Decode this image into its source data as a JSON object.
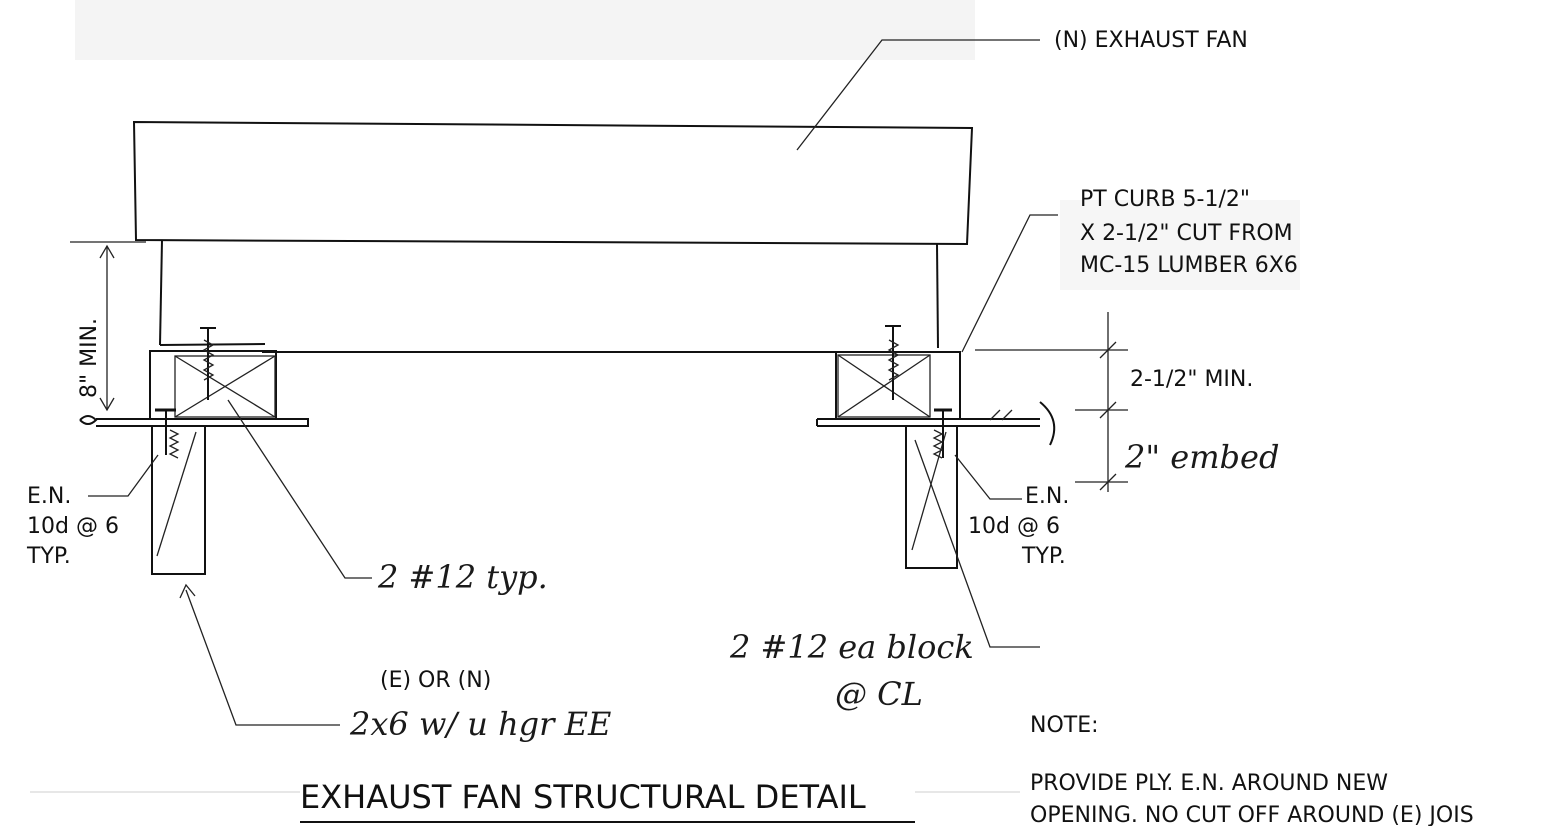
{
  "labels": {
    "exhaust_fan": "(N) EXHAUST FAN",
    "pt_curb": [
      "PT CURB 5-1/2\"",
      "X 2-1/2\" CUT FROM",
      "MC-15 LUMBER 6X6"
    ],
    "min_height": "8\" MIN.",
    "min_2half": "2-1/2\" MIN.",
    "embed": "2\" embed",
    "en_left": [
      "E.N.",
      "10d @ 6",
      "TYP."
    ],
    "en_right": [
      "E.N.",
      "10d @ 6",
      "TYP."
    ],
    "screws_typ": "2 #12 typ.",
    "block_screws": "2 #12 ea block",
    "block_screws_2": "@ CL",
    "joist_label": "(E) OR (N)",
    "joist_hand": "2x6 w/ u hgr EE",
    "title": "EXHAUST FAN STRUCTURAL DETAIL",
    "note_head": "NOTE:",
    "note_lines": [
      "PROVIDE PLY. E.N. AROUND NEW",
      "OPENING. NO CUT OFF AROUND (E) JOIS"
    ]
  }
}
